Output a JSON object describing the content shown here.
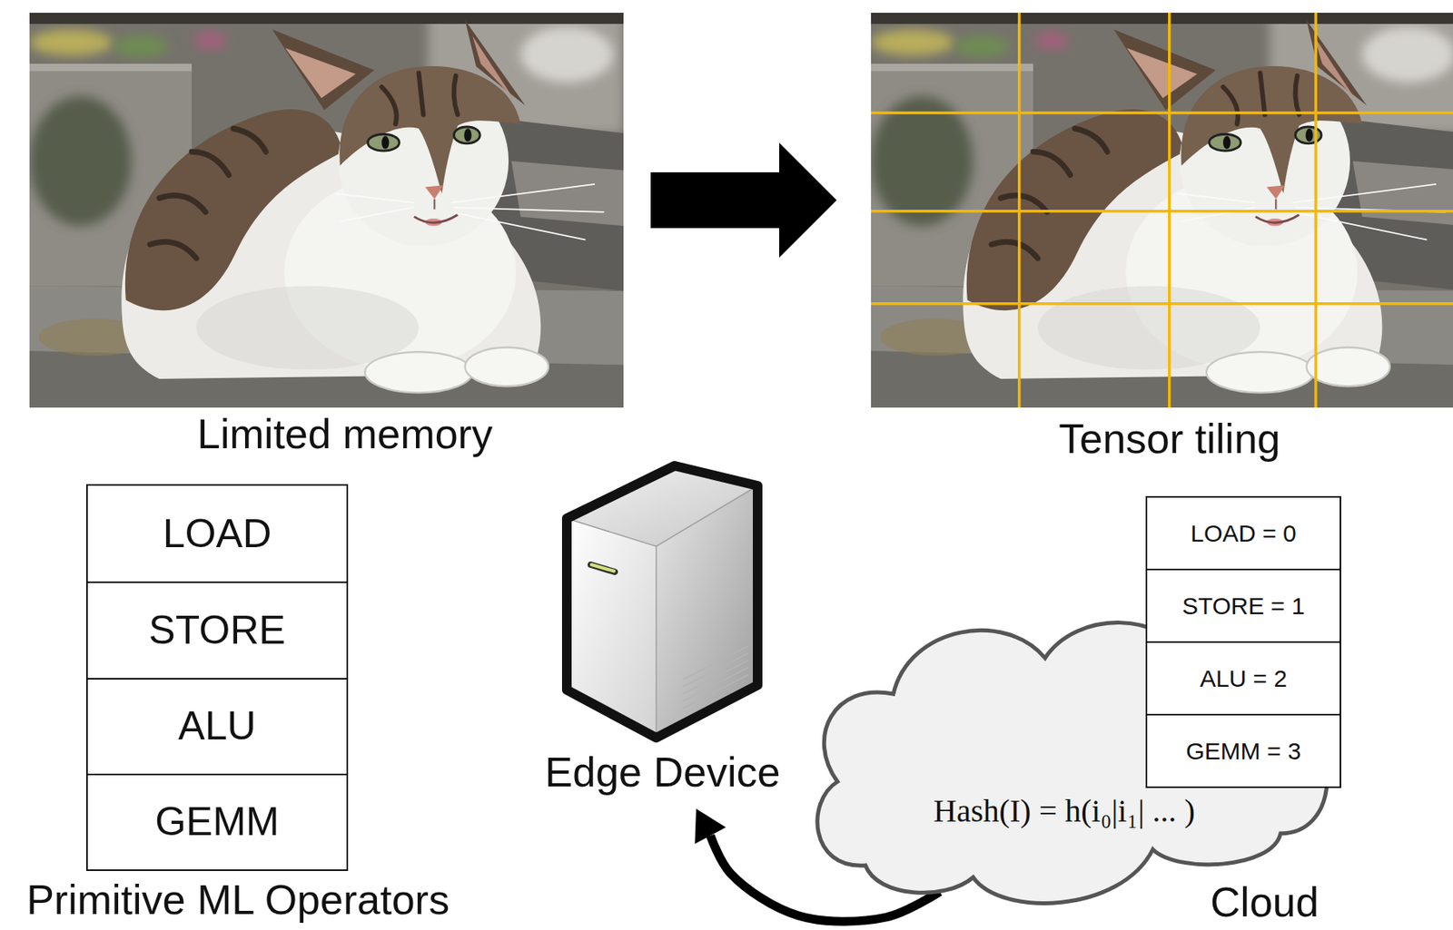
{
  "diagram": {
    "nodes": [
      {
        "text": [
          "Limited memory"
        ]
      },
      {
        "text": [
          "Tensor tiling"
        ]
      },
      {
        "text": [
          "Primitive ML Operators"
        ]
      },
      {
        "text": [
          "LOAD"
        ],
        "in": 2
      },
      {
        "text": [
          "STORE"
        ],
        "in": 2
      },
      {
        "text": [
          "ALU"
        ],
        "in": 2
      },
      {
        "text": [
          "GEMM"
        ],
        "in": 2
      },
      {
        "text": [
          "Edge Device"
        ]
      },
      {
        "text": [
          "LOAD = 0"
        ]
      },
      {
        "text": [
          "STORE = 1"
        ]
      },
      {
        "text": [
          "ALU = 2"
        ]
      },
      {
        "text": [
          "GEMM = 3"
        ]
      },
      {
        "text": [
          "Hash(I) = h(i₀|i₁| ... )",
          "Cloud"
        ]
      }
    ],
    "edges": [
      {
        "from": 0,
        "to": 1,
        "arrow": "to"
      },
      {
        "from": 12,
        "to": 7,
        "arrow": "to"
      }
    ]
  }
}
